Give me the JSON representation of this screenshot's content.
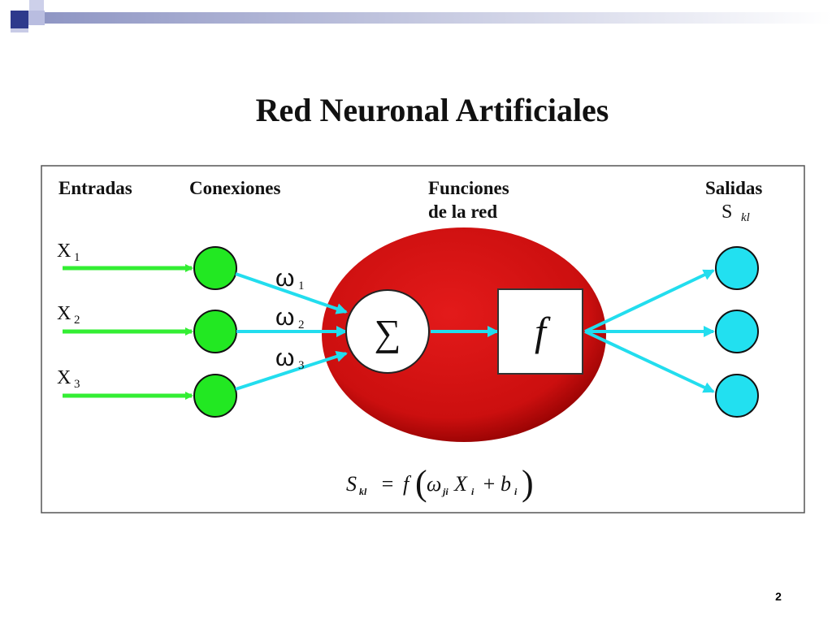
{
  "title": "Red Neuronal Artificiales",
  "page_number": "2",
  "colors": {
    "input_node": "#22e822",
    "output_node": "#22e0f0",
    "input_arrow": "#33ee33",
    "connection_arrow": "#22ddee",
    "neuron_body": "#dd1111",
    "decor_blue": "#2e3a8c"
  },
  "headers": {
    "inputs": "Entradas",
    "connections": "Conexiones",
    "functions_line1": "Funciones",
    "functions_line2": "de la red",
    "outputs": "Salidas"
  },
  "output_symbol": {
    "main": "S",
    "sub": "kl"
  },
  "inputs": [
    {
      "main": "X",
      "sub": "1"
    },
    {
      "main": "X",
      "sub": "2"
    },
    {
      "main": "X",
      "sub": "3"
    }
  ],
  "weights": [
    {
      "main": "ω",
      "sub": "1"
    },
    {
      "main": "ω",
      "sub": "2"
    },
    {
      "main": "ω",
      "sub": "3"
    }
  ],
  "summation_symbol": "∑",
  "activation_symbol": "f",
  "formula": {
    "lhs": "S",
    "lhs_sub": "kl",
    "equals": "=",
    "func": "f",
    "open_paren": "(",
    "omega": "ω",
    "omega_sub": "ji",
    "x": "X",
    "x_sub": "i",
    "plus": "+",
    "b": "b",
    "b_sub": "i",
    "close_paren": ")"
  }
}
